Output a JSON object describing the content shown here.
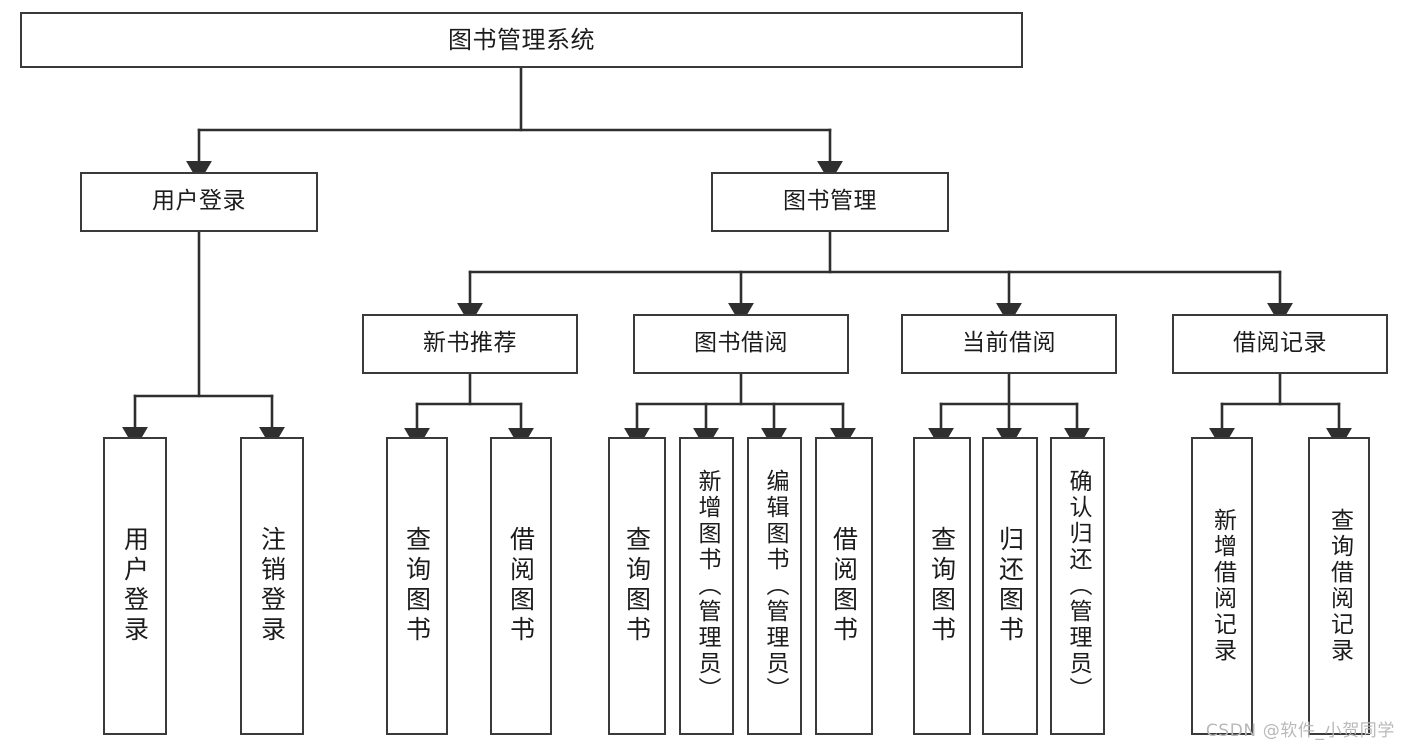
{
  "diagram": {
    "title": "图书管理系统",
    "type": "tree-hierarchy-chart",
    "watermark": "CSDN @软件_小贺同学",
    "colors": {
      "node_border": "#3a3a3a",
      "node_fill": "#ffffff",
      "edge": "#2f2f2f",
      "text": "#1c1c1c",
      "watermark": "#b9b9b9",
      "background": "#ffffff"
    },
    "nodes": {
      "root": {
        "label": "图书管理系统"
      },
      "level2": [
        {
          "id": "user-login",
          "label": "用户登录"
        },
        {
          "id": "book-management",
          "label": "图书管理"
        }
      ],
      "level3": [
        {
          "id": "new-book-recommend",
          "label": "新书推荐"
        },
        {
          "id": "book-borrow",
          "label": "图书借阅"
        },
        {
          "id": "current-borrow",
          "label": "当前借阅"
        },
        {
          "id": "borrow-record",
          "label": "借阅记录"
        }
      ],
      "leaves": {
        "user_login": [
          {
            "id": "leaf-user-login",
            "label": "用户登录"
          },
          {
            "id": "leaf-logout-login",
            "label": "注销登录"
          }
        ],
        "new_book_recommend": [
          {
            "id": "leaf-query-book-1",
            "label": "查询图书"
          },
          {
            "id": "leaf-borrow-book-1",
            "label": "借阅图书"
          }
        ],
        "book_borrow": [
          {
            "id": "leaf-query-book-2",
            "label": "查询图书"
          },
          {
            "id": "leaf-add-book",
            "label": "新增图书（管理员）"
          },
          {
            "id": "leaf-edit-book",
            "label": "编辑图书（管理员）"
          },
          {
            "id": "leaf-borrow-book-2",
            "label": "借阅图书"
          }
        ],
        "current_borrow": [
          {
            "id": "leaf-query-book-3",
            "label": "查询图书"
          },
          {
            "id": "leaf-return-book",
            "label": "归还图书"
          },
          {
            "id": "leaf-confirm-return",
            "label": "确认归还（管理员）"
          }
        ],
        "borrow_record": [
          {
            "id": "leaf-add-record",
            "label": "新增借阅记录"
          },
          {
            "id": "leaf-query-record",
            "label": "查询借阅记录"
          }
        ]
      }
    }
  }
}
